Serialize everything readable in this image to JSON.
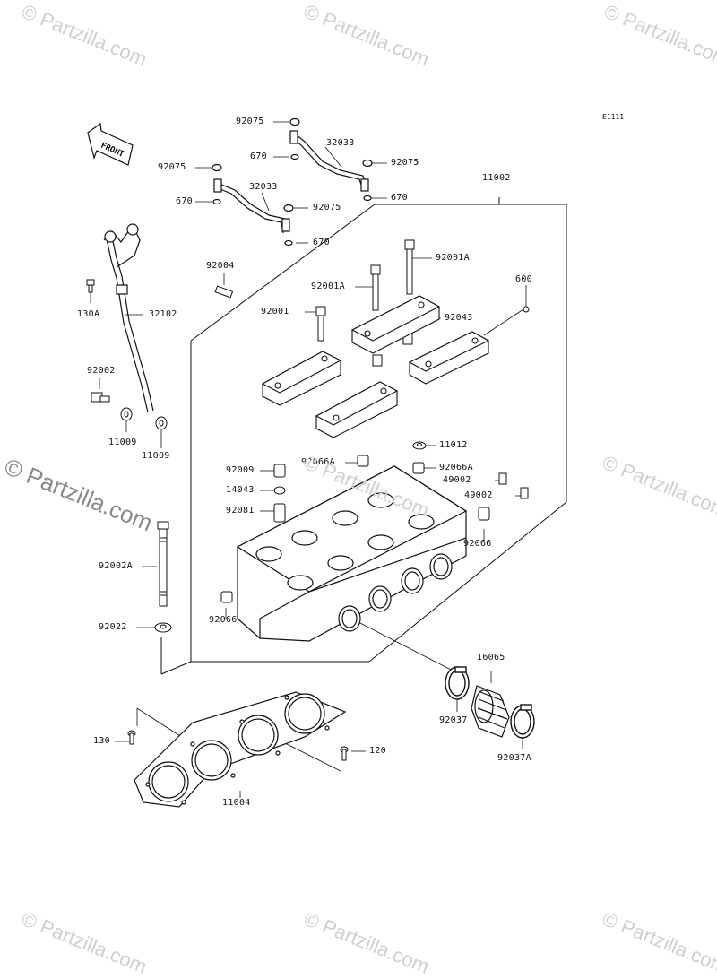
{
  "diagram_code": "E1111",
  "direction_label": "FRONT",
  "watermarks": {
    "main": "© Partzilla.com",
    "faded": "© Partzilla.com"
  },
  "part_labels": {
    "p92075_a": "92075",
    "p670_a": "670",
    "p32033_a": "32033",
    "p92075_b": "92075",
    "p670_b": "670",
    "p92075_c": "92075",
    "p670_c": "670",
    "p32033_b": "32033",
    "p92075_d": "92075",
    "p670_d": "670",
    "p11002": "11002",
    "p92001A_a": "92001A",
    "p92004": "92004",
    "p92001A_b": "92001A",
    "p600": "600",
    "p130A": "130A",
    "p32102": "32102",
    "p92001": "92001",
    "p92043": "92043",
    "p92002": "92002",
    "p11009_a": "11009",
    "p11009_b": "11009",
    "p11012": "11012",
    "p92009": "92009",
    "p92066A_a": "92066A",
    "p92066A_b": "92066A",
    "p14043": "14043",
    "p49002_a": "49002",
    "p49002_b": "49002",
    "p92081": "92081",
    "p92066_a": "92066",
    "p92002A": "92002A",
    "p92066_b": "92066",
    "p92022": "92022",
    "p16065": "16065",
    "p92037": "92037",
    "p92037A": "92037A",
    "p130": "130",
    "p120": "120",
    "p11004": "11004"
  }
}
